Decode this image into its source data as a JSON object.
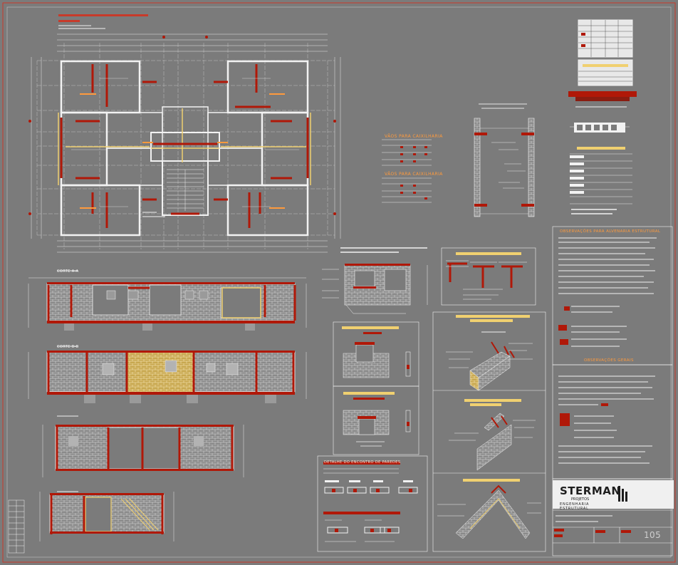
{
  "sheet": {
    "sheet_number": "105",
    "company": {
      "name": "STERMAN",
      "subtitle": "PROJETOS",
      "tagline": "ENGENHARIA ESTRUTURAL"
    },
    "notes": {
      "masonry_title": "OBSERVAÇÕES PARA ALVENARIA ESTRUTURAL",
      "general_title": "OBSERVAÇÕES GERAIS"
    },
    "tables": {
      "frames_a": "VÃOS PARA CAIXILHARIA",
      "frames_b": "VÃOS PARA CAIXILHARIA"
    },
    "sections": {
      "a": "CORTE A-A",
      "b": "CORTE B-B",
      "opening_detail": "DETALHE DO ENCONTRO DE PAREDES"
    },
    "colors": {
      "background": "#7b7b7b",
      "frame": "#c83a2a",
      "wall_red": "#b01808",
      "accent_yellow": "#f0d070",
      "line_white": "#f2f2f2"
    }
  }
}
